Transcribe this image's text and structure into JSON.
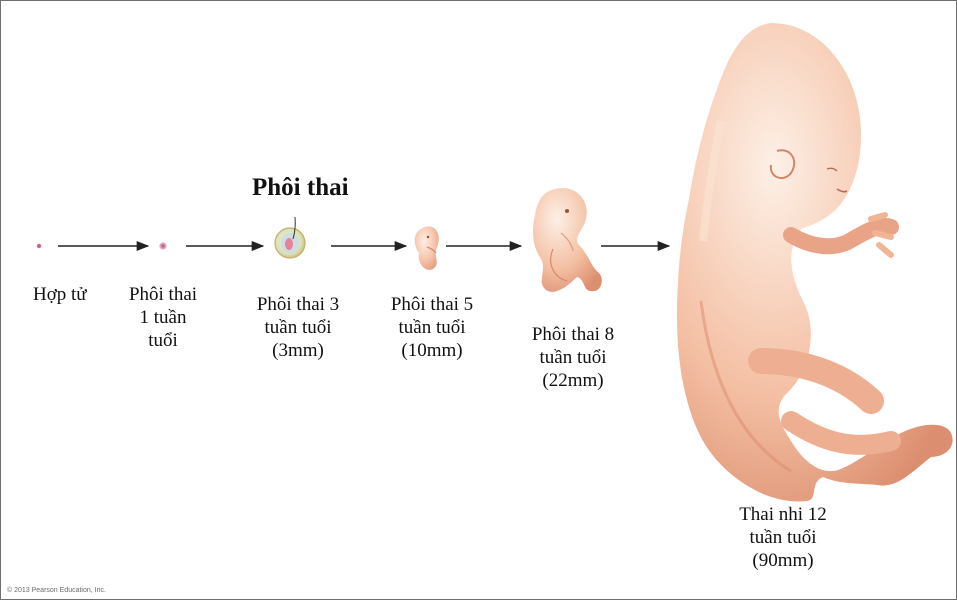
{
  "title": "Phôi thai",
  "stages": [
    {
      "id": "zygote",
      "lines": [
        "Hợp tử"
      ]
    },
    {
      "id": "week1",
      "lines": [
        "Phôi thai",
        "1 tuần",
        "tuổi"
      ]
    },
    {
      "id": "week3",
      "lines": [
        "Phôi thai 3",
        "tuần tuổi",
        "(3mm)"
      ]
    },
    {
      "id": "week5",
      "lines": [
        "Phôi thai 5",
        "tuần tuổi",
        "(10mm)"
      ]
    },
    {
      "id": "week8",
      "lines": [
        "Phôi thai 8",
        "tuần tuổi",
        "(22mm)"
      ]
    },
    {
      "id": "week12",
      "lines": [
        "Thai nhi 12",
        "tuần tuổi",
        "(90mm)"
      ]
    }
  ],
  "copyright": "© 2013 Pearson Education, Inc.",
  "colors": {
    "skin_light": "#fbe3d2",
    "skin_mid": "#f3b395",
    "skin_dark": "#d98a6c",
    "arrow": "#222222",
    "zygote_dot": "#d0609a",
    "membrane": "#e8d79a"
  }
}
